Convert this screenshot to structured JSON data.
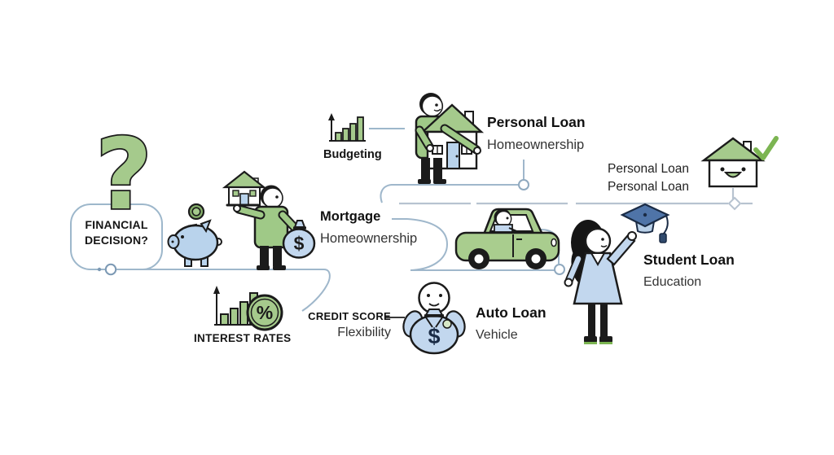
{
  "title": "Financial decision loan journey illustration",
  "colors": {
    "green": "#a5ca8c",
    "green_dark": "#86b06b",
    "shirt_green": "#9fc987",
    "blue_light": "#c2d7ee",
    "pig_blue": "#b9d3ec",
    "cap_blue": "#4f74a8",
    "check_green": "#7cb552",
    "line_blue": "#9fb7cb",
    "dash_blue": "#b7c3d0",
    "ink": "#1b1b1b"
  },
  "symbols": {
    "question_mark": "?",
    "dollar": "$",
    "percent": "%"
  },
  "nodes": {
    "financial_decision": {
      "line1": "FINANCIAL",
      "line2": "DECISION?"
    },
    "interest_rates": {
      "label": "INTEREST RATES"
    },
    "budgeting": {
      "label": "Budgeting"
    },
    "mortgage": {
      "title": "Mortgage",
      "subtitle": "Homeownership"
    },
    "personal_loan_top": {
      "title": "Personal Loan",
      "subtitle": "Homeownership"
    },
    "personal_loan_right": {
      "line1": "Personal Loan",
      "line2": "Personal Loan"
    },
    "auto_loan": {
      "title": "Auto Loan",
      "subtitle": "Vehicle"
    },
    "student_loan": {
      "title": "Student Loan",
      "subtitle": "Education"
    },
    "credit_score": {
      "title": "CREDIT SCORE",
      "subtitle": "Flexibility"
    }
  },
  "icons": [
    "question-mark-icon",
    "speech-bubble",
    "piggy-bank-icon",
    "coin-icon",
    "person-holding-house-and-money-bag",
    "bar-chart-up-icon",
    "person-holding-house",
    "smiley-house-icon",
    "check-mark-icon",
    "car-with-driver",
    "person-hugging-money-bag",
    "bar-chart-percent-icon",
    "graduate-woman-with-cap",
    "path-line",
    "dashed-path-line"
  ]
}
